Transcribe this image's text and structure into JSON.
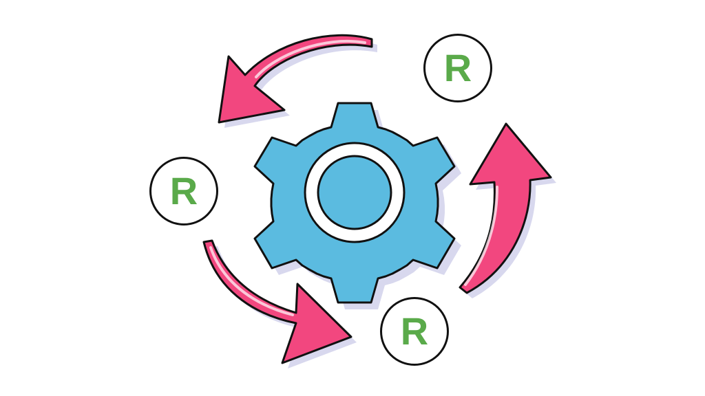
{
  "badges": [
    {
      "id": "top-right",
      "letter": "R"
    },
    {
      "id": "left",
      "letter": "R"
    },
    {
      "id": "bottom",
      "letter": "R"
    }
  ],
  "icons": [
    "gear-icon",
    "arrow-icon",
    "r-badge-icon"
  ],
  "colors": {
    "gear_fill": "#5bbbe0",
    "arrow_fill": "#f2477f",
    "arrow_shadow": "#d8d8ee",
    "outline": "#111111",
    "badge_letter": "#5aaa4a",
    "background": "#ffffff"
  }
}
